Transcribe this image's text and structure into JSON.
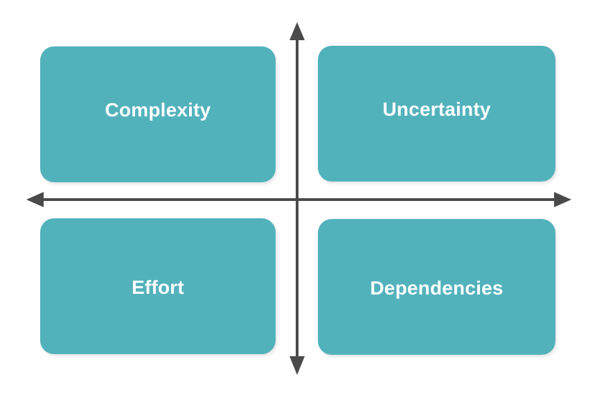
{
  "diagram": {
    "type": "quadrant-matrix",
    "background_color": "#ffffff",
    "box_color": "#52b2bc",
    "box_label_color": "#ffffff",
    "axis_color": "#4a4a4a",
    "axes": {
      "horizontal": {
        "name": "horizontal-axis",
        "label": "",
        "start_arrow": true,
        "end_arrow": true
      },
      "vertical": {
        "name": "vertical-axis",
        "label": "",
        "start_arrow": true,
        "end_arrow": true
      }
    },
    "quadrants": [
      {
        "position": "top-left",
        "label": "Complexity"
      },
      {
        "position": "top-right",
        "label": "Uncertainty"
      },
      {
        "position": "bottom-left",
        "label": "Effort"
      },
      {
        "position": "bottom-right",
        "label": "Dependencies"
      }
    ]
  }
}
